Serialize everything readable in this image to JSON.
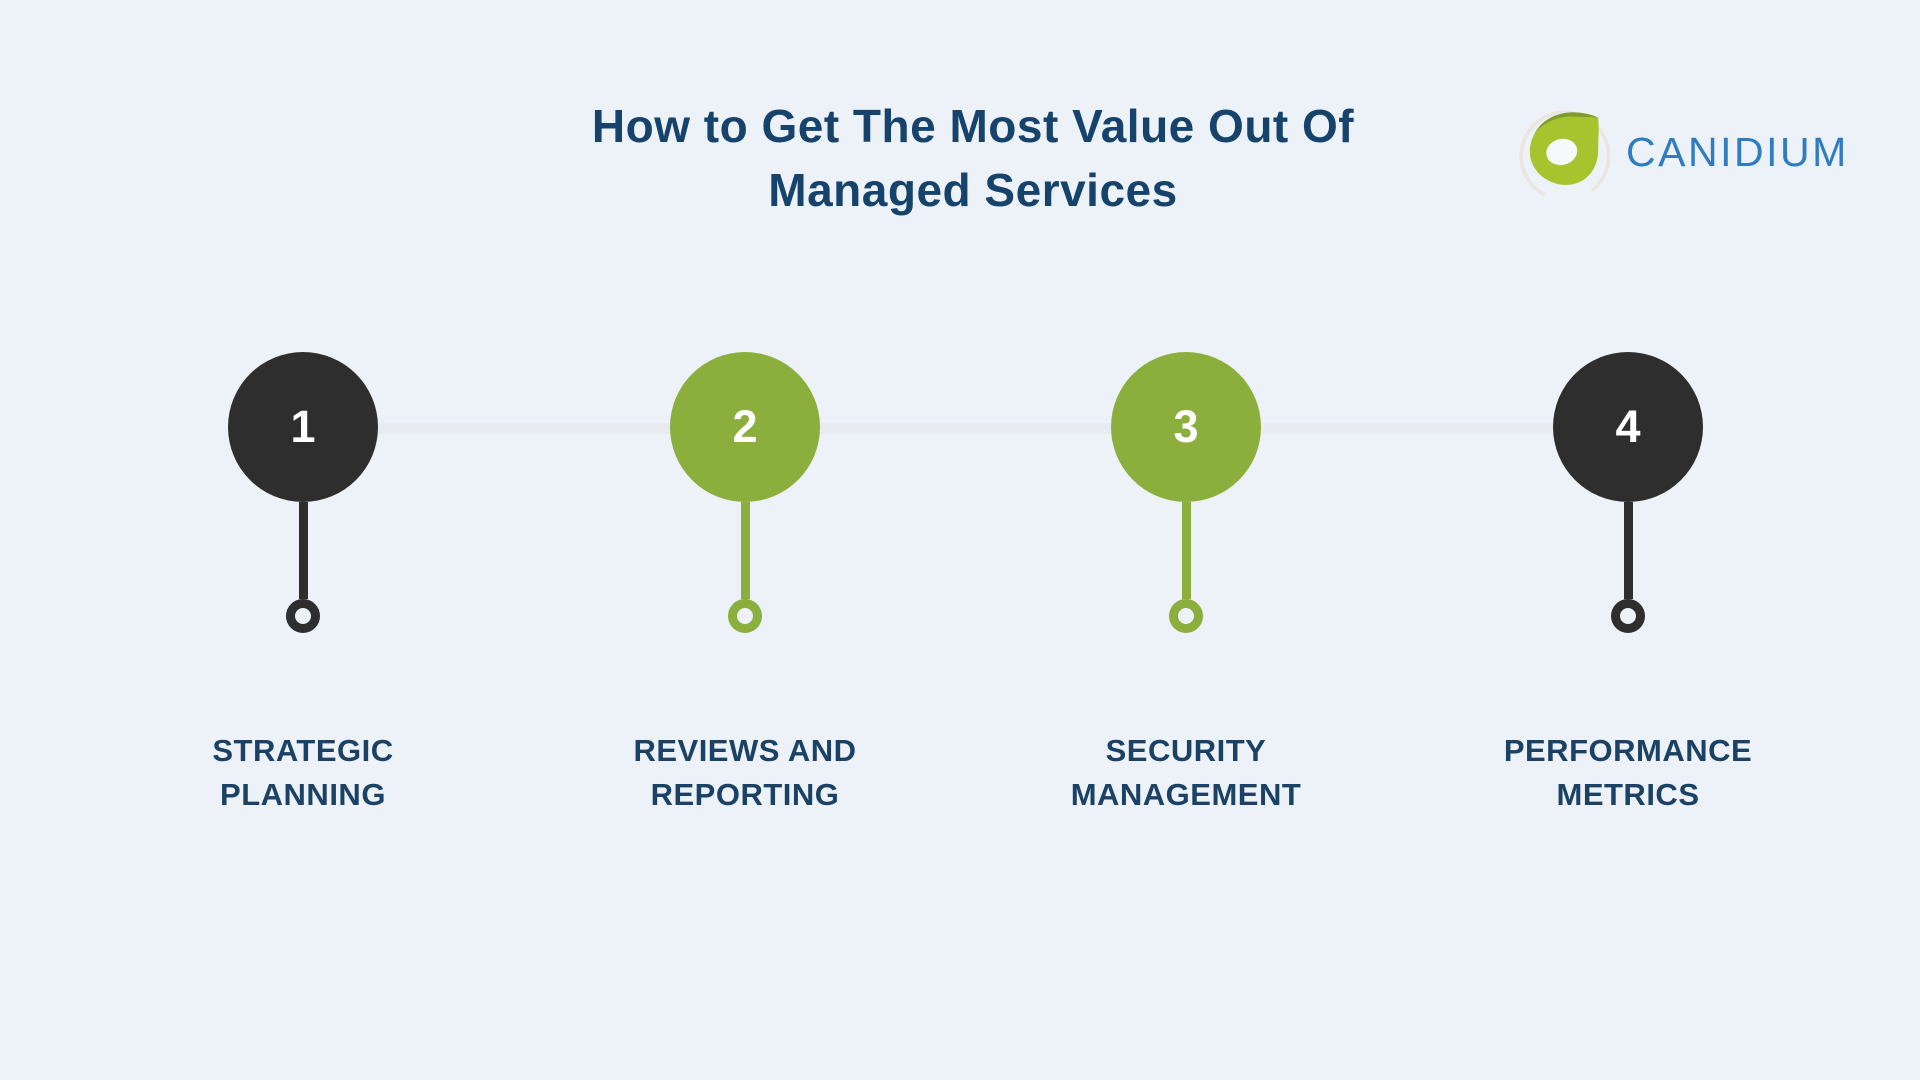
{
  "title": {
    "line1": "How to Get The Most Value Out Of",
    "line2": "Managed Services"
  },
  "logo": {
    "wordmark": "CANIDIUM",
    "icon": "leaf-drop-icon"
  },
  "steps": [
    {
      "number": "1",
      "label_line1": "STRATEGIC",
      "label_line2": "PLANNING",
      "color": "#2E2E2E"
    },
    {
      "number": "2",
      "label_line1": "REVIEWS AND",
      "label_line2": "REPORTING",
      "color": "#8CAE3D"
    },
    {
      "number": "3",
      "label_line1": "SECURITY",
      "label_line2": "MANAGEMENT",
      "color": "#8CAE3D"
    },
    {
      "number": "4",
      "label_line1": "PERFORMANCE",
      "label_line2": "METRICS",
      "color": "#2E2E2E"
    }
  ],
  "colors": {
    "background": "#EDF2F8",
    "title_text": "#16436B",
    "label_text": "#1B4265",
    "timeline_line": "#E8ECF0",
    "step_dark": "#2E2E2E",
    "step_green": "#8CAE3D",
    "number_text": "#FFFFFF",
    "logo_blue": "#2F7CC3",
    "logo_green": "#A7C32E",
    "logo_green_dark": "#7E9C2E",
    "logo_ring_gray": "#E9E5DF"
  }
}
